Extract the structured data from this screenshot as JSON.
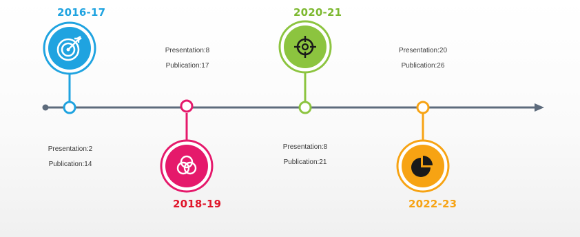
{
  "timeline": {
    "milestones": [
      {
        "year": "2016-17",
        "color": "#1fa3e0",
        "icon": "target-dart-icon",
        "presentation": "Presentation:2",
        "publication": "Publication:14"
      },
      {
        "year": "2018-19",
        "color": "#e5196b",
        "label_color": "#e0152a",
        "icon": "venn-circles-icon",
        "presentation": "Presentation:8",
        "publication": "Publication:17"
      },
      {
        "year": "2020-21",
        "color": "#8cc43f",
        "label_color": "#7cb82f",
        "icon": "crosshair-icon",
        "presentation": "Presentation:8",
        "publication": "Publication:21"
      },
      {
        "year": "2022-23",
        "color": "#f7a313",
        "icon": "pie-chart-icon",
        "presentation": "Presentation:20",
        "publication": "Publication:26"
      }
    ],
    "axis_color": "#5d6b7c"
  }
}
